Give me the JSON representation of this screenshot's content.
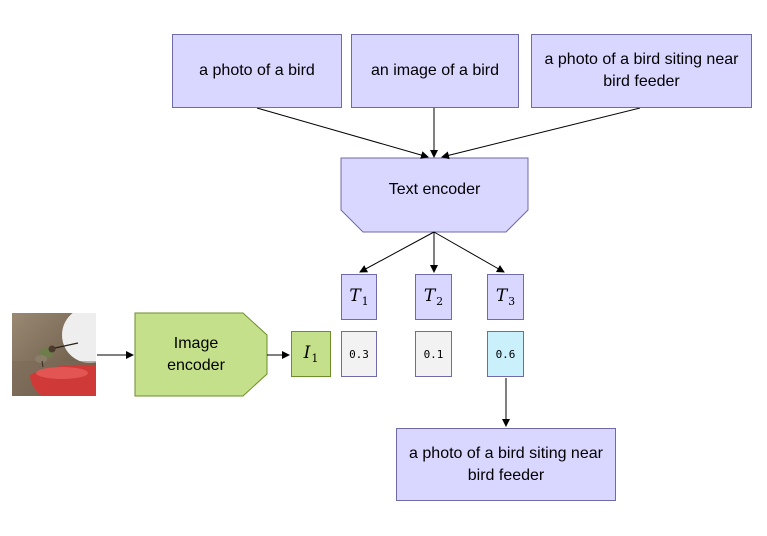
{
  "prompts": [
    {
      "text": "a photo of a bird"
    },
    {
      "text": "an image of a bird"
    },
    {
      "text": "a photo of a bird siting near bird feeder"
    }
  ],
  "text_encoder": {
    "label": "Text encoder"
  },
  "image_encoder": {
    "label": "Image encoder"
  },
  "text_embeddings": [
    {
      "symbol": "T",
      "index": "1"
    },
    {
      "symbol": "T",
      "index": "2"
    },
    {
      "symbol": "T",
      "index": "3"
    }
  ],
  "image_embedding": {
    "symbol": "I",
    "index": "1"
  },
  "scores": [
    {
      "value": "0.3"
    },
    {
      "value": "0.1"
    },
    {
      "value": "0.6"
    }
  ],
  "result": {
    "text": "a photo of a bird siting near bird feeder"
  },
  "colors": {
    "prompt_fill": "#d9d6ff",
    "prompt_border": "#6f6aa8",
    "image_fill": "#c5e08a",
    "image_border": "#6b8e2a",
    "score_fill": "#f2f2f2",
    "score_highlight": "#c9f0fb"
  },
  "photo": {
    "icon": "hummingbird-at-feeder-photo"
  }
}
